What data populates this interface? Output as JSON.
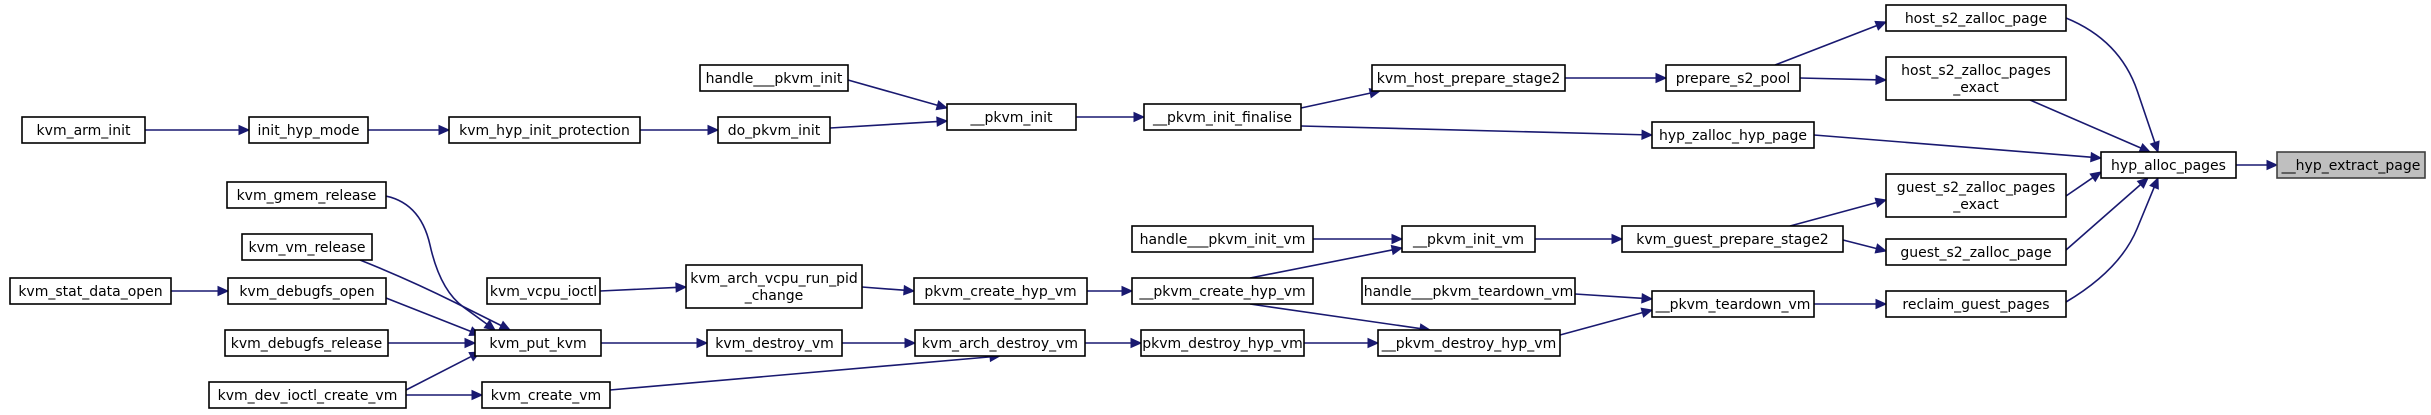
{
  "diagram": {
    "type": "call-graph",
    "direction": "right-to-left",
    "colors": {
      "edge": "#191970",
      "node_border": "#000000",
      "node_fill": "#ffffff",
      "current_fill": "#bfbfbf"
    },
    "nodes": [
      {
        "id": "n0",
        "lines": [
          "__hyp_extract_page"
        ],
        "current": true
      },
      {
        "id": "n1",
        "lines": [
          "hyp_alloc_pages"
        ]
      },
      {
        "id": "n2",
        "lines": [
          "host_s2_zalloc_page"
        ]
      },
      {
        "id": "n3",
        "lines": [
          "host_s2_zalloc_pages",
          "_exact"
        ]
      },
      {
        "id": "n4",
        "lines": [
          "hyp_zalloc_hyp_page"
        ]
      },
      {
        "id": "n5",
        "lines": [
          "guest_s2_zalloc_pages",
          "_exact"
        ]
      },
      {
        "id": "n6",
        "lines": [
          "guest_s2_zalloc_page"
        ]
      },
      {
        "id": "n7",
        "lines": [
          "reclaim_guest_pages"
        ]
      },
      {
        "id": "n8",
        "lines": [
          "prepare_s2_pool"
        ]
      },
      {
        "id": "n9",
        "lines": [
          "kvm_host_prepare_stage2"
        ]
      },
      {
        "id": "n10",
        "lines": [
          "__pkvm_init_finalise"
        ]
      },
      {
        "id": "n11",
        "lines": [
          "__pkvm_init"
        ]
      },
      {
        "id": "n12",
        "lines": [
          "handle___pkvm_init"
        ]
      },
      {
        "id": "n13",
        "lines": [
          "do_pkvm_init"
        ]
      },
      {
        "id": "n14",
        "lines": [
          "kvm_hyp_init_protection"
        ]
      },
      {
        "id": "n15",
        "lines": [
          "init_hyp_mode"
        ]
      },
      {
        "id": "n16",
        "lines": [
          "kvm_arm_init"
        ]
      },
      {
        "id": "n17",
        "lines": [
          "kvm_guest_prepare_stage2"
        ]
      },
      {
        "id": "n18",
        "lines": [
          "__pkvm_init_vm"
        ]
      },
      {
        "id": "n19",
        "lines": [
          "handle___pkvm_init_vm"
        ]
      },
      {
        "id": "n20",
        "lines": [
          "__pkvm_create_hyp_vm"
        ]
      },
      {
        "id": "n21",
        "lines": [
          "pkvm_create_hyp_vm"
        ]
      },
      {
        "id": "n22",
        "lines": [
          "kvm_arch_vcpu_run_pid",
          "_change"
        ]
      },
      {
        "id": "n23",
        "lines": [
          "kvm_vcpu_ioctl"
        ]
      },
      {
        "id": "n24",
        "lines": [
          "__pkvm_teardown_vm"
        ]
      },
      {
        "id": "n25",
        "lines": [
          "handle___pkvm_teardown_vm"
        ]
      },
      {
        "id": "n26",
        "lines": [
          "__pkvm_destroy_hyp_vm"
        ]
      },
      {
        "id": "n27",
        "lines": [
          "pkvm_destroy_hyp_vm"
        ]
      },
      {
        "id": "n28",
        "lines": [
          "kvm_arch_destroy_vm"
        ]
      },
      {
        "id": "n29",
        "lines": [
          "kvm_destroy_vm"
        ]
      },
      {
        "id": "n30",
        "lines": [
          "kvm_put_kvm"
        ]
      },
      {
        "id": "n31",
        "lines": [
          "kvm_gmem_release"
        ]
      },
      {
        "id": "n32",
        "lines": [
          "kvm_vm_release"
        ]
      },
      {
        "id": "n33",
        "lines": [
          "kvm_debugfs_open"
        ]
      },
      {
        "id": "n34",
        "lines": [
          "kvm_stat_data_open"
        ]
      },
      {
        "id": "n35",
        "lines": [
          "kvm_debugfs_release"
        ]
      },
      {
        "id": "n36",
        "lines": [
          "kvm_dev_ioctl_create_vm"
        ]
      },
      {
        "id": "n37",
        "lines": [
          "kvm_create_vm"
        ]
      }
    ],
    "edges": [
      {
        "from": "n1",
        "to": "n0"
      },
      {
        "from": "n2",
        "to": "n1"
      },
      {
        "from": "n3",
        "to": "n1"
      },
      {
        "from": "n4",
        "to": "n1"
      },
      {
        "from": "n5",
        "to": "n1"
      },
      {
        "from": "n6",
        "to": "n1"
      },
      {
        "from": "n7",
        "to": "n1"
      },
      {
        "from": "n8",
        "to": "n2"
      },
      {
        "from": "n8",
        "to": "n3"
      },
      {
        "from": "n9",
        "to": "n8"
      },
      {
        "from": "n10",
        "to": "n9"
      },
      {
        "from": "n10",
        "to": "n4"
      },
      {
        "from": "n11",
        "to": "n10"
      },
      {
        "from": "n12",
        "to": "n11"
      },
      {
        "from": "n13",
        "to": "n11"
      },
      {
        "from": "n14",
        "to": "n13"
      },
      {
        "from": "n15",
        "to": "n14"
      },
      {
        "from": "n16",
        "to": "n15"
      },
      {
        "from": "n17",
        "to": "n5"
      },
      {
        "from": "n17",
        "to": "n6"
      },
      {
        "from": "n18",
        "to": "n17"
      },
      {
        "from": "n19",
        "to": "n18"
      },
      {
        "from": "n20",
        "to": "n18"
      },
      {
        "from": "n21",
        "to": "n20"
      },
      {
        "from": "n22",
        "to": "n21"
      },
      {
        "from": "n23",
        "to": "n22"
      },
      {
        "from": "n24",
        "to": "n7"
      },
      {
        "from": "n25",
        "to": "n24"
      },
      {
        "from": "n26",
        "to": "n24"
      },
      {
        "from": "n20",
        "to": "n26"
      },
      {
        "from": "n27",
        "to": "n26"
      },
      {
        "from": "n28",
        "to": "n27"
      },
      {
        "from": "n29",
        "to": "n28"
      },
      {
        "from": "n30",
        "to": "n29"
      },
      {
        "from": "n31",
        "to": "n30"
      },
      {
        "from": "n32",
        "to": "n30"
      },
      {
        "from": "n33",
        "to": "n30"
      },
      {
        "from": "n34",
        "to": "n33"
      },
      {
        "from": "n35",
        "to": "n30"
      },
      {
        "from": "n36",
        "to": "n30"
      },
      {
        "from": "n36",
        "to": "n37"
      },
      {
        "from": "n37",
        "to": "n28"
      }
    ]
  }
}
